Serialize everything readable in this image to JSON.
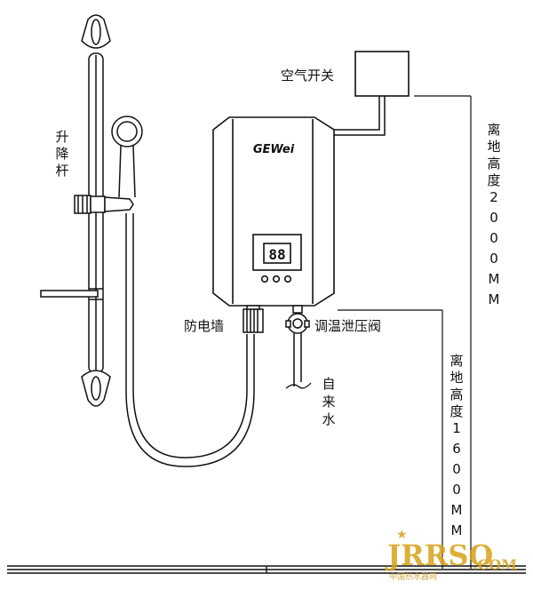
{
  "labels": {
    "air_switch": "空气开关",
    "lift_bar": "升降杆",
    "anti_shock_wall": "防电墙",
    "pressure_valve": "调温泄压阀",
    "tap_water": "自来水",
    "height_2000": "离地高度2000MM",
    "height_1600": "离地高度1600MM"
  },
  "heater": {
    "brand": "GEWei",
    "display_value": "88"
  },
  "watermark": {
    "main": "JRRSO",
    "sub": ".COM",
    "tagline": "中国热水器网"
  },
  "colors": {
    "line": "#111111",
    "watermark_gold": "#d6a21a"
  }
}
